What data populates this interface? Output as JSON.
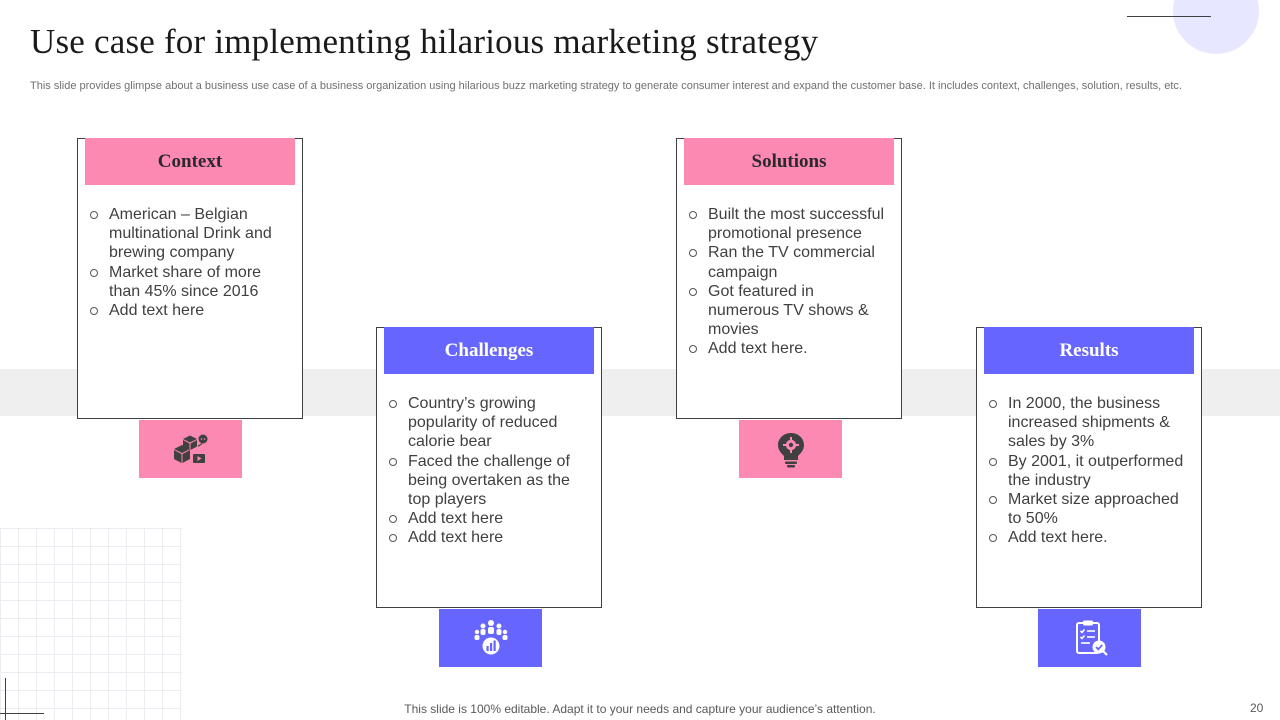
{
  "slide": {
    "title": "Use case for implementing hilarious marketing strategy",
    "subtitle": "This slide provides glimpse about a business use case of a business organization using hilarious buzz marketing strategy to generate consumer interest and expand the customer base. It includes context, challenges, solution, results, etc.",
    "footer": "This slide is 100% editable. Adapt it to your needs and capture your audience’s attention.",
    "page_number": "20"
  },
  "colors": {
    "pink": "#fc89b2",
    "blue": "#6666ff",
    "band": "#efefef",
    "title": "#1a1a1a"
  },
  "cards": [
    {
      "heading": "Context",
      "icon": "boxes-delivery-icon",
      "items": [
        "American – Belgian multinational  Drink and brewing company",
        "Market share of more than 45% since  2016",
        "Add text here"
      ]
    },
    {
      "heading": "Challenges",
      "icon": "team-growth-chart-icon",
      "items": [
        "Country’s growing popularity of reduced calorie bear",
        "Faced the challenge of being overtaken as the top players",
        "Add text here",
        "Add text here"
      ]
    },
    {
      "heading": "Solutions",
      "icon": "lightbulb-gear-icon",
      "items": [
        "Built the most successful promotional presence",
        "Ran the TV commercial campaign",
        "Got featured in numerous TV shows & movies",
        "Add text here."
      ]
    },
    {
      "heading": "Results",
      "icon": "clipboard-check-icon",
      "items": [
        "In 2000, the business increased shipments & sales by 3%",
        "By 2001, it outperformed the industry",
        "Market size approached to 50%",
        "Add text here."
      ]
    }
  ]
}
